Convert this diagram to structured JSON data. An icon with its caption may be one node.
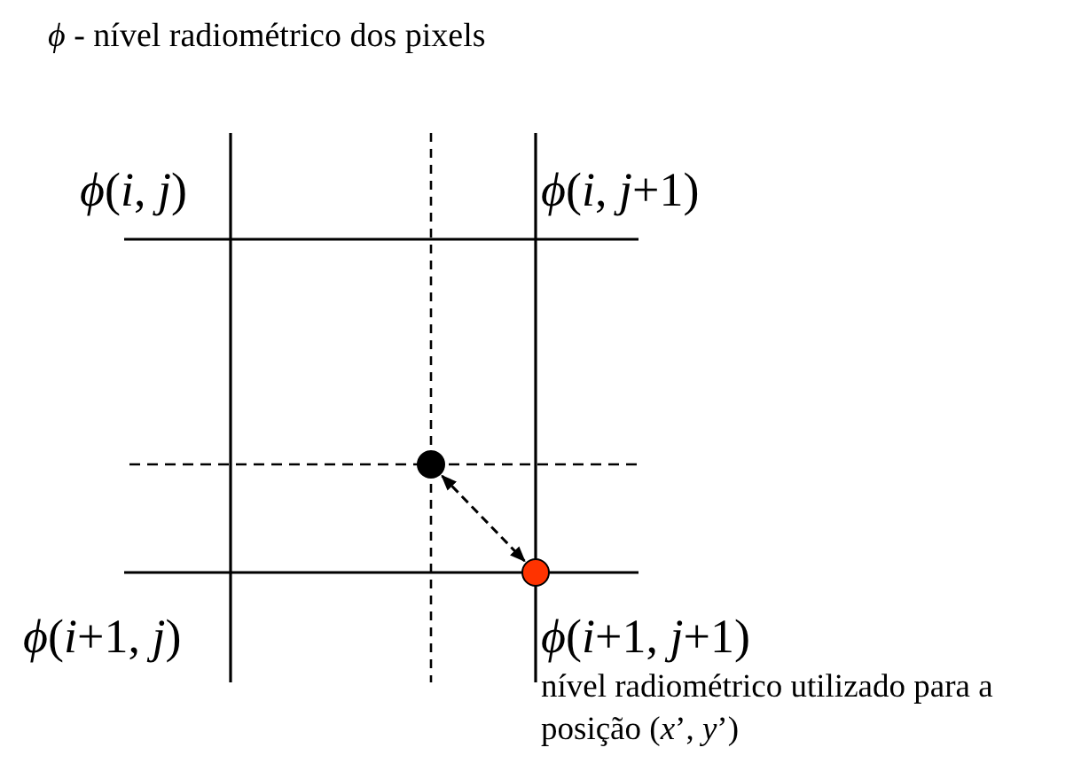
{
  "diagram": {
    "title": "*ϕ* - nível radiométrico dos pixels",
    "nodes": [
      {
        "text": [],
        "shape": "circle"
      },
      {
        "text": [],
        "shape": "circle"
      }
    ],
    "edges": [
      {
        "from": 0,
        "to": 1,
        "arrow": "both",
        "style": "dashed"
      }
    ],
    "labels": [
      "*ϕ*(*i*, *j*)",
      "*ϕ*(*i*, *j*+1)",
      "*ϕ*(*i*+1, *j*)",
      "*ϕ*(*i*+1, *j*+1)",
      "nível radiométrico utilizado para a posição (*x*’, *y*’)"
    ]
  }
}
